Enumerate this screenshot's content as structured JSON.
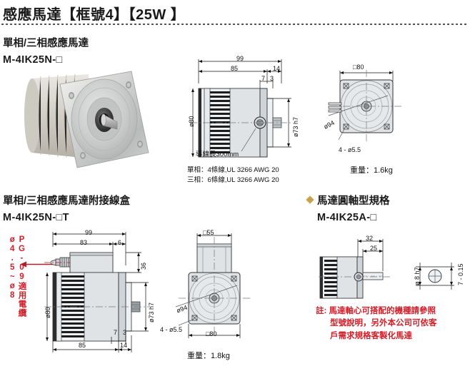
{
  "page": {
    "title": "感應馬達【框號4】【25W 】"
  },
  "section1": {
    "heading": "單相/三相感應馬達",
    "model": "M-4IK25N-□",
    "drawing_side": {
      "dims": {
        "overall_len": "99",
        "body_len": "85",
        "flange_len": "14",
        "sub_a": "7",
        "sub_b": "3",
        "outer_dia": "ø80",
        "pilot_dia": "ø73 h7"
      },
      "lead_note": "導線長300mm",
      "wire_spec_1": "單相：4條線,UL 3266  AWG 20",
      "wire_spec_2": "三相：6條線,UL 3266  AWG 20"
    },
    "drawing_front": {
      "dims": {
        "square": "□80",
        "bolt_circle": "ø94",
        "holes": "4 - ø5.5"
      },
      "weight": "重量：1.6kg"
    }
  },
  "section2": {
    "heading": "單相/三相感應馬達附接線盒",
    "model": "M-4IK25N-□T",
    "pg_note": "PG-09適用電纜 ø4.5~ø8",
    "drawing_side": {
      "dims": {
        "overall_len": "99",
        "box_len": "83",
        "box_off": "6",
        "box_h": "36",
        "outer_dia": "ø80",
        "pilot_dia": "ø73 h7",
        "body_len": "85",
        "flange_len": "14",
        "sub_a": "7",
        "sub_b": "3"
      }
    },
    "drawing_front": {
      "dims": {
        "box_square": "□55",
        "square": "□80",
        "bolt_circle": "ø94",
        "holes": "4 - ø5.5"
      },
      "weight": "重量：1.8kg"
    }
  },
  "section3": {
    "heading": "馬達圓軸型規格",
    "model": "M-4IK25A-□",
    "bullet": "diamond-bullet",
    "drawing": {
      "dims": {
        "shaft_total": "32",
        "shaft_len": "25",
        "shaft_dia": "ø 8 h7",
        "tolerance": "7 - 0.15"
      }
    },
    "note_line1": "註: 馬達軸心可搭配的機種請參照",
    "note_line2": "型號說明，另外本公司可依客",
    "note_line3": "戶需求規格客製化馬達"
  },
  "colors": {
    "accent_red": "#d0202a",
    "bullet_gold": "#c8a24a",
    "body_fill": "#dfe3e6",
    "line": "#111111"
  }
}
